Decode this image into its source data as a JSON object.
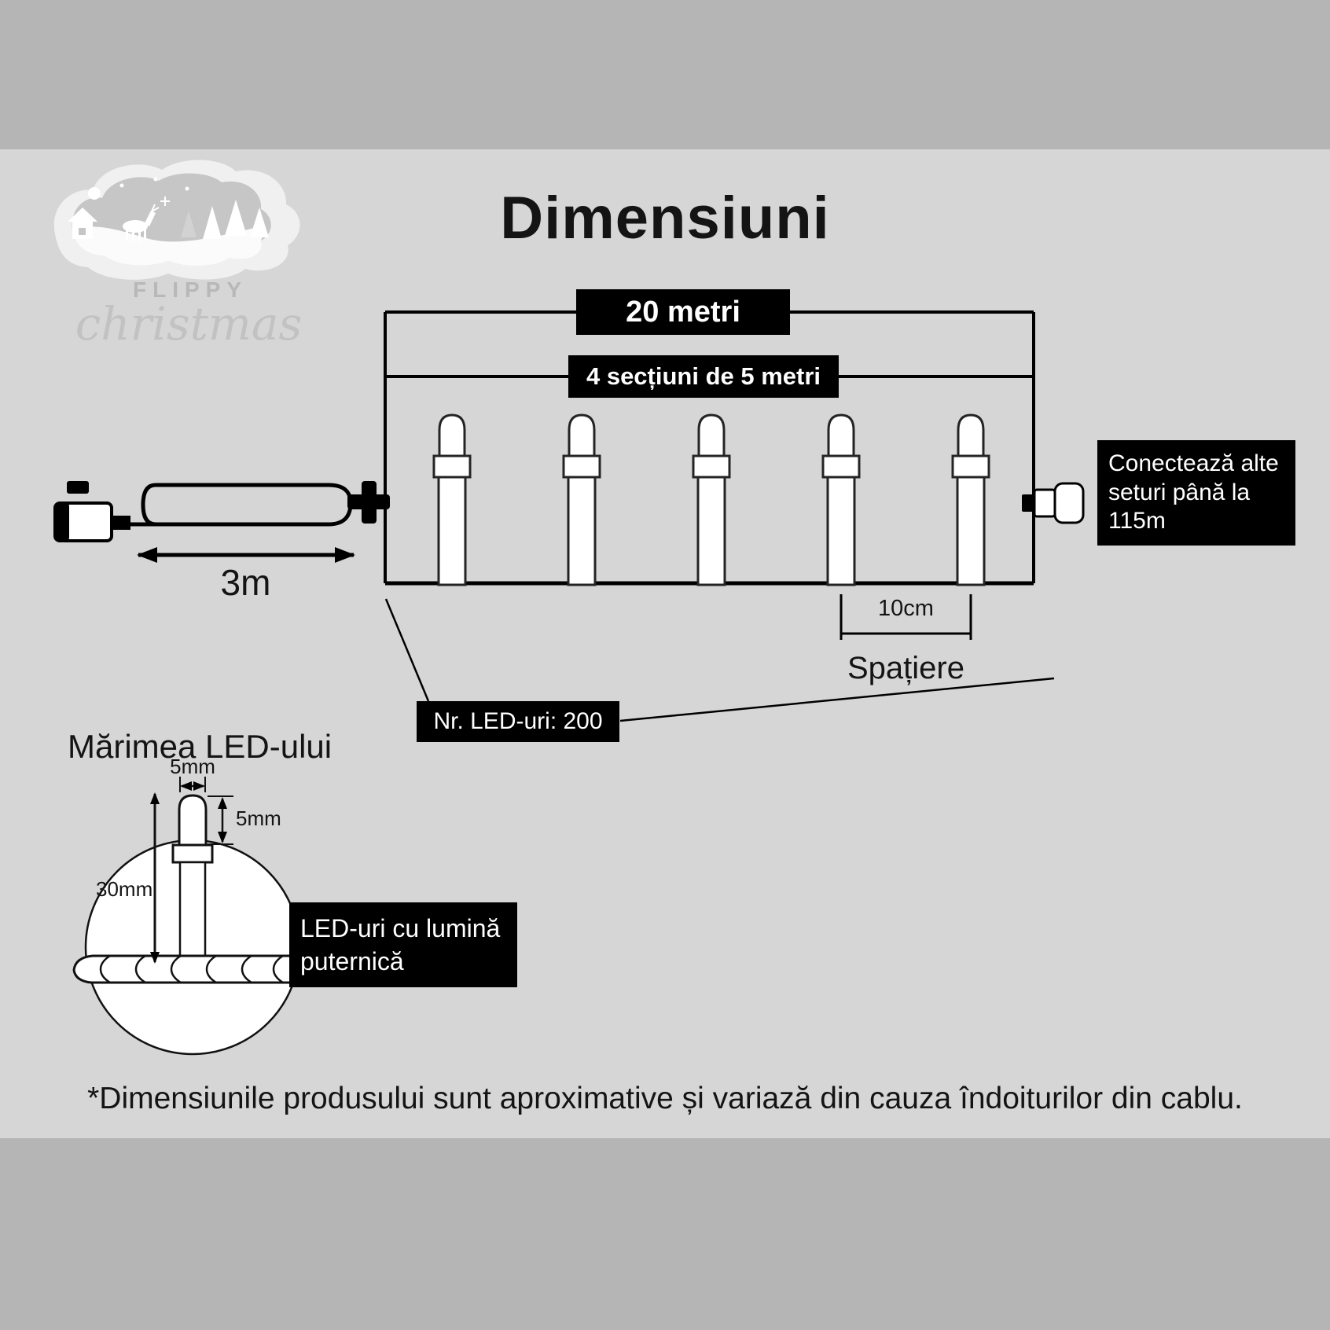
{
  "logo": {
    "brand": "FLIPPY",
    "brand_sub": "christmas"
  },
  "title": "Dimensiuni",
  "diagram": {
    "total_length_label": "20 metri",
    "sections_label": "4 secțiuni de 5 metri",
    "lead_length_label": "3m",
    "connector_note": "Conectează alte seturi până la 115m",
    "spacing_value_label": "10cm",
    "spacing_label": "Spațiere",
    "led_count_label": "Nr. LED-uri: 200"
  },
  "led_size": {
    "heading": "Mărimea LED-ului",
    "lens_width_label": "5mm",
    "lens_height_label": "5mm",
    "total_height_label": "30mm",
    "note": "LED-uri cu lumină puternică"
  },
  "footnote": "*Dimensiunile produsului sunt aproximative și variază din cauza îndoiturilor din cablu."
}
